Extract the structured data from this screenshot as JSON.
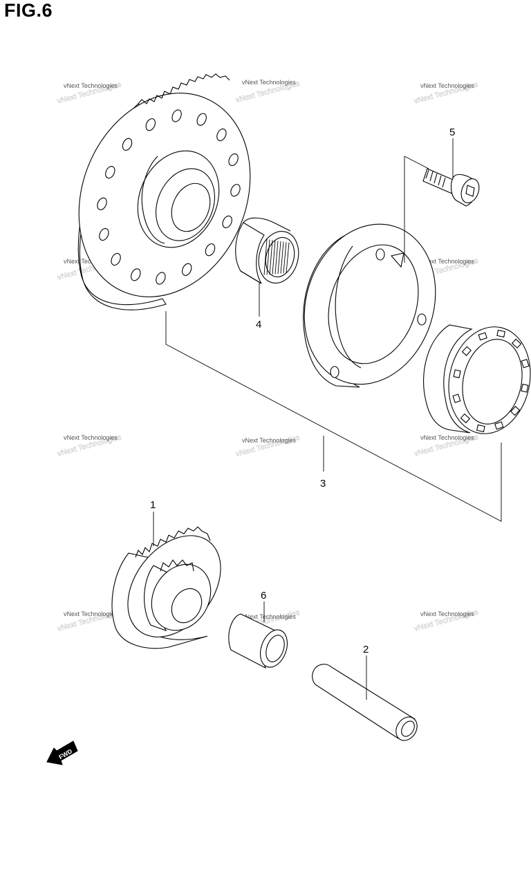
{
  "figure": {
    "title": "FIG.6"
  },
  "callouts": [
    {
      "id": "1",
      "label": "1"
    },
    {
      "id": "2",
      "label": "2"
    },
    {
      "id": "3",
      "label": "3"
    },
    {
      "id": "4",
      "label": "4"
    },
    {
      "id": "5",
      "label": "5"
    },
    {
      "id": "6",
      "label": "6"
    }
  ],
  "watermark": {
    "text": "vNext Technologies"
  },
  "direction_indicator": {
    "label": "FWD"
  }
}
